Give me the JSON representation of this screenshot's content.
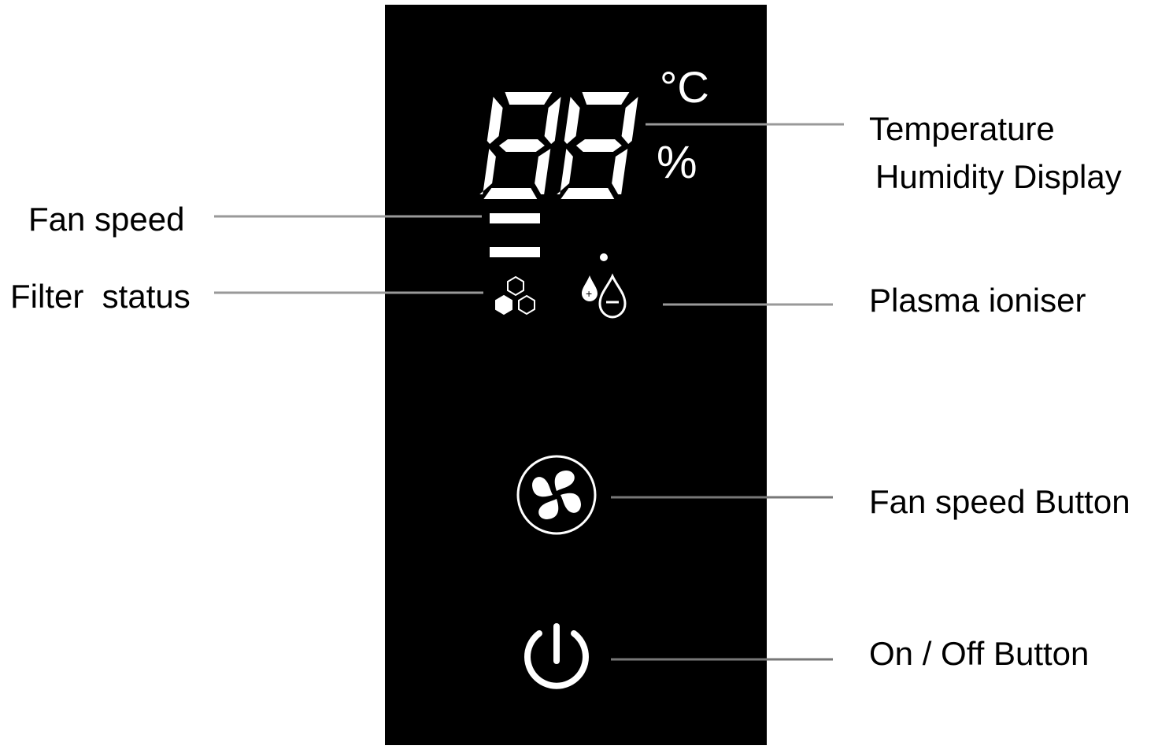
{
  "panel": {
    "display_digits": [
      "8",
      "8"
    ],
    "units": {
      "celsius": "°C",
      "percent": "%"
    }
  },
  "labels": {
    "temperature_line1": "Temperature",
    "temperature_line2": "Humidity Display",
    "fan_speed": "Fan speed",
    "filter_status": "Filter  status",
    "plasma_ioniser": "Plasma ioniser",
    "fan_speed_button": "Fan speed Button",
    "on_off_button": "On / Off Button"
  },
  "icons": {
    "fan_speed_bars": "fan-speed-bars-icon",
    "filter": "filter-hexagon-icon",
    "ioniser": "ion-droplet-icon",
    "fan_button": "fan-icon",
    "power_button": "power-icon"
  },
  "colors": {
    "panel": "#000000",
    "display": "#ffffff",
    "leader_line": "#999999",
    "label_text": "#000000"
  }
}
